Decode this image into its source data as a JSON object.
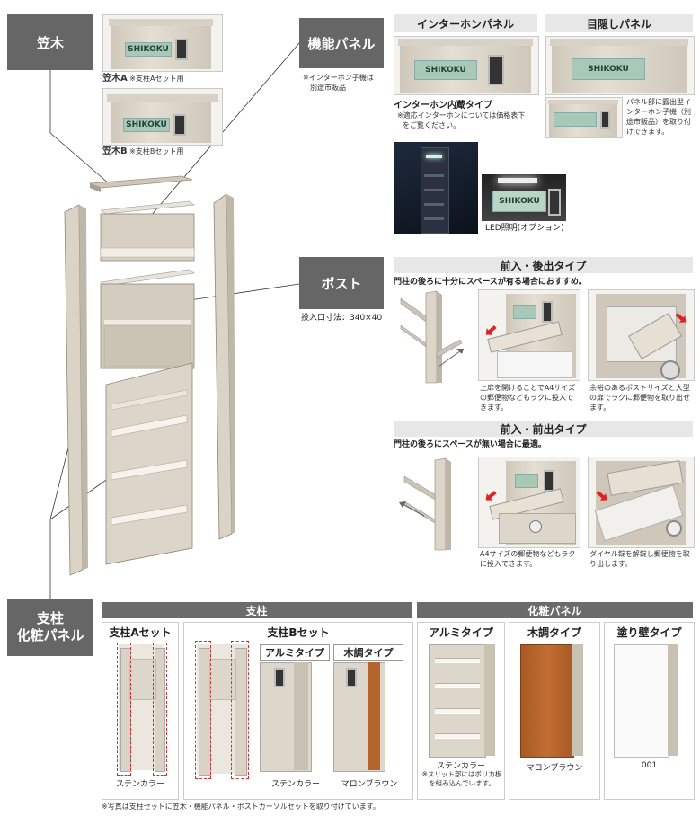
{
  "tags": {
    "kasagi": "笠木",
    "kino_panel": "機能パネル",
    "post": "ポスト",
    "shichu_line1": "支柱",
    "shichu_line2": "化粧パネル"
  },
  "kasagi": {
    "a_label": "笠木A",
    "a_note": "※支柱Aセット用",
    "b_label": "笠木B",
    "b_note": "※支柱Bセット用",
    "plate_text": "SHIKOKU"
  },
  "kino": {
    "note_line1": "※インターホン子機は",
    "note_line2": "別途市販品",
    "intercom_header": "インターホンパネル",
    "mekakushi_header": "目隠しパネル",
    "intercom_type": "インターホン内蔵タイプ",
    "intercom_note_line1": "※適応インターホンについては価格表下",
    "intercom_note_line2": "をご覧ください。",
    "mekakushi_note": "パネル部に露出型インターホン子機（別途市販品）を取り付けできます。",
    "led_caption": "LED照明(オプション)",
    "plate_text": "SHIKOKU"
  },
  "post": {
    "size_note": "投入口寸法：340×40",
    "type1_header": "前入・後出タイプ",
    "type1_desc": "門柱の後ろに十分にスペースが有る場合におすすめ。",
    "type1_cap1": "上扉を開けることでA4サイズの郵便物などもラクに投入できます。",
    "type1_cap2": "余裕のあるポストサイズと大型の扉でラクに郵便物を取り出せます。",
    "type2_header": "前入・前出タイプ",
    "type2_desc": "門柱の後ろにスペースが無い場合に最適。",
    "type2_cap1": "A4サイズの郵便物などもラクに投入できます。",
    "type2_cap2": "ダイヤル錠を解錠し郵便物を取り出します。"
  },
  "shichu": {
    "header": "支柱",
    "a_set": "支柱Aセット",
    "b_set": "支柱Bセット",
    "alumi_type": "アルミタイプ",
    "mokucho_type": "木調タイプ",
    "color_sten_a": "ステンカラー",
    "color_sten_b": "ステンカラー",
    "color_maron": "マロンブラウン"
  },
  "kesho": {
    "header": "化粧パネル",
    "alumi_type": "アルミタイプ",
    "mokucho_type": "木調タイプ",
    "nurikabe_type": "塗り壁タイプ",
    "alumi_color": "ステンカラー",
    "alumi_note_line1": "※スリット部にはポリカ板",
    "alumi_note_line2": "を組み込んでいます。",
    "mokucho_color": "マロンブラウン",
    "nurikabe_color": "001"
  },
  "footer_note": "※写真は支柱セットに笠木・機能パネル・ポストカーソルセットを取り付けています。"
}
